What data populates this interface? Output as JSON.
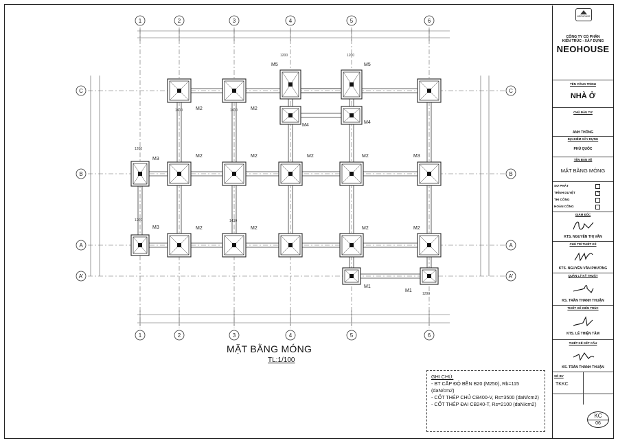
{
  "drawing": {
    "title": "MẶT BẰNG MÓNG",
    "scale": "TL:1/100",
    "grid_x": [
      "1",
      "2",
      "3",
      "4",
      "5",
      "6"
    ],
    "grid_y": [
      "C",
      "B",
      "A",
      "A'"
    ],
    "footing_labels": [
      "M5",
      "M5",
      "M2",
      "M2",
      "M4",
      "M4",
      "M3",
      "M2",
      "M2",
      "M2",
      "M2",
      "M3",
      "M3",
      "M2",
      "M2",
      "M2",
      "M2",
      "M1",
      "M1"
    ],
    "dims": [
      "1200",
      "1200",
      "1400",
      "1400",
      "1290",
      "1430",
      "1200",
      "1200"
    ]
  },
  "notes": {
    "header": "GHI CHÚ:",
    "lines": [
      "- BT CẤP ĐỘ BỀN B20 (M250), Rb=115 (daN/cm2)",
      "- CỐT THÉP CHỦ CB400-V, Rs=3500 (daN/cm2)",
      "- CỐT THÉP ĐAI CB240-T, Rs=2100 (daN/cm2)"
    ]
  },
  "title_block": {
    "logo_text": "NEOHOUSE",
    "company_line1": "CÔNG TY CỔ PHẦN",
    "company_line2": "KIẾN TRÚC - XÂY DỰNG",
    "brand": "NEOHOUSE",
    "project_label": "TÊN CÔNG TRÌNH",
    "project": "NHÀ Ở",
    "owner_label": "CHỦ ĐẦU TƯ",
    "owner": "ANH THÔNG",
    "location_label": "ĐỊA ĐIỂM XÂY DỰNG",
    "location": "PHÚ QUỐC",
    "sheet_name_label": "TÊN BẢN VẼ",
    "sheet_name": "MẶT BẰNG MÓNG",
    "status": [
      "SƠ PHÁT",
      "TRÌNH DUYỆT",
      "THI CÔNG",
      "HOÀN CÔNG"
    ],
    "status_checked": [
      false,
      true,
      false,
      false
    ],
    "sign_roles": [
      "GIÁM ĐỐC",
      "CHỦ TRÌ THIẾT KẾ",
      "QUẢN LÝ KỸ THUẬT",
      "THIẾT KẾ KIẾN TRÚC",
      "THIẾT KẾ KẾT CẤU"
    ],
    "sign_names": [
      "KTS. NGUYỄN THỊ VÂN",
      "KTS. NGUYỄN VĂN PHƯƠNG",
      "KS. TRẦN THANH THUẬN",
      "KTS. LÊ THIỆN TÂM",
      "KS. TRẦN THANH THUẬN"
    ],
    "so_bv_label": "SỐ BV",
    "so_bv": "TKKC",
    "sheet_code_top": "KC",
    "sheet_code_bottom": "06"
  }
}
